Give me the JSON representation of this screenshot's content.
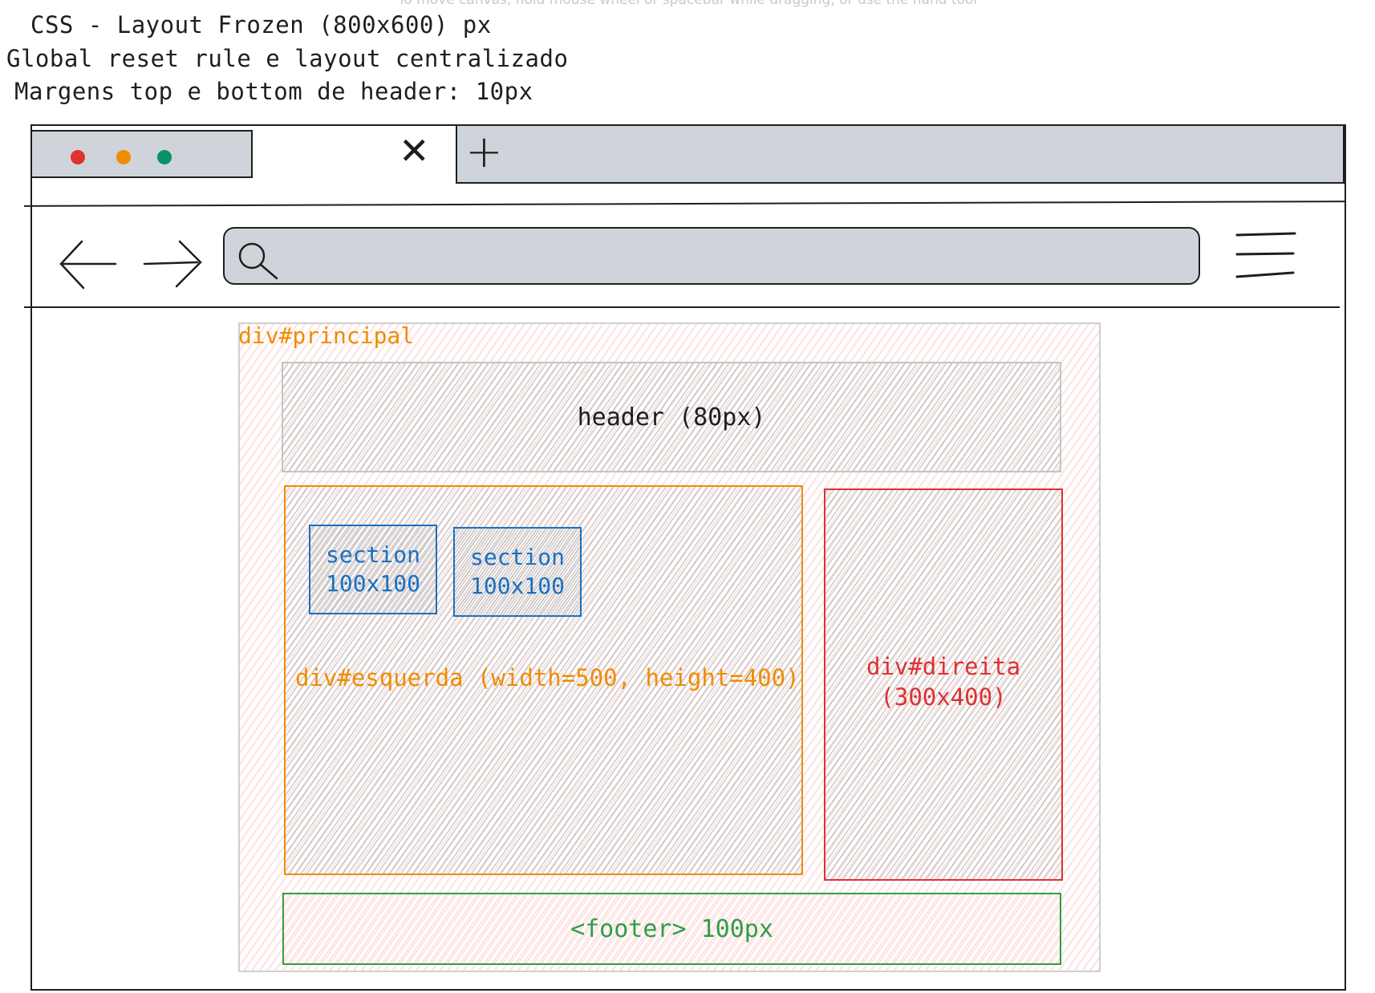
{
  "hint": "To move canvas, hold mouse wheel or spacebar while dragging, or use the hand tool",
  "notes": {
    "line1": "CSS - Layout Frozen (800x600) px",
    "line2": "Global reset rule e layout centralizado",
    "line3": "Margens top e bottom de header: 10px"
  },
  "browser": {
    "dots": [
      "#e03131",
      "#f08c00",
      "#099268"
    ],
    "tab_fill": "#ced4da"
  },
  "diagram": {
    "principal_label": "div#principal",
    "header_label": "header (80px)",
    "sections": [
      {
        "line1": "section",
        "line2": "100x100"
      },
      {
        "line1": "section",
        "line2": "100x100"
      }
    ],
    "esquerda_label": "div#esquerda (width=500, height=400)",
    "direita_line1": "div#direita",
    "direita_line2": "(300x400)",
    "footer_label": "<footer> 100px",
    "colors": {
      "principal": "#f08c00",
      "esquerda": "#f08c00",
      "section": "#1971c2",
      "direita": "#e03131",
      "footer": "#2f9e44"
    }
  }
}
